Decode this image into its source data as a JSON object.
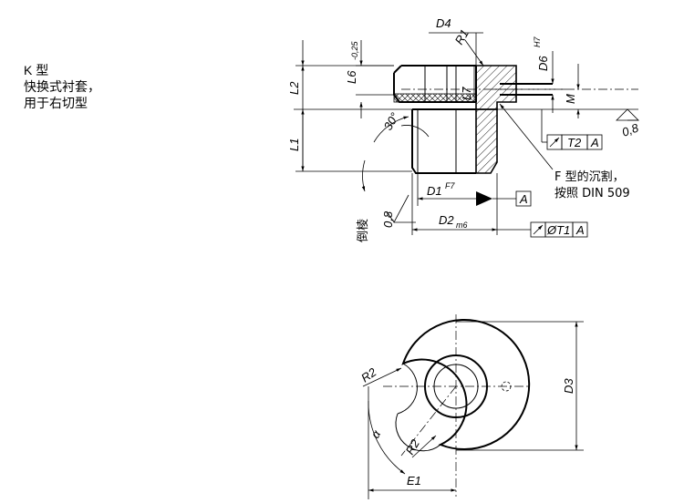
{
  "caption": {
    "line1": "K 型",
    "line2": "快换式衬套，",
    "line3": "用于右切型"
  },
  "dims": {
    "d4": "D4",
    "r1": "R1",
    "d6": "D6",
    "d6_tol": "H7",
    "l6": "L6",
    "l6_tol": "-0,25",
    "l2": "L2",
    "l7": "L7",
    "l1": "L1",
    "m": "M",
    "angle": "30°",
    "d1": "D1",
    "d1_tol": "F7",
    "d2": "D2",
    "d2_tol": "m6",
    "chamfer_cn": "倒棱",
    "roughness_left": "0,8",
    "roughness_right": "0,8",
    "d3": "D3",
    "r2_top": "R2",
    "r2_bottom": "R2",
    "alpha": "α",
    "e1": "E1"
  },
  "frames": {
    "t2": "T2",
    "t2_datum": "A",
    "datum_a": "A",
    "t1": "ØT1",
    "t1_datum": "A"
  },
  "note": {
    "line1": "F 型的沉割，",
    "line2": "按照 DIN 509"
  }
}
